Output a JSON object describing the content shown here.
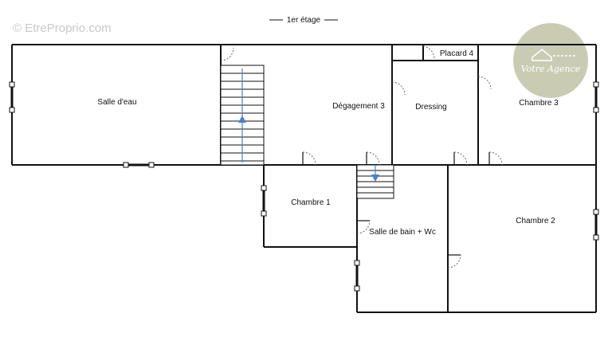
{
  "watermark": "© EtreProprio.com",
  "floor_title": "1er étage",
  "logo": {
    "text": "Votre Agence",
    "color": "#c9ccb2"
  },
  "arrow_color": "#4a80c8",
  "rooms": {
    "salle_deau": "Salle d'eau",
    "degagement": "Dégagement 3",
    "dressing": "Dressing",
    "placard": "Placard 4",
    "chambre3": "Chambre 3",
    "chambre1": "Chambre 1",
    "salle_bain": "Salle de bain + Wc",
    "chambre2": "Chambre 2"
  }
}
